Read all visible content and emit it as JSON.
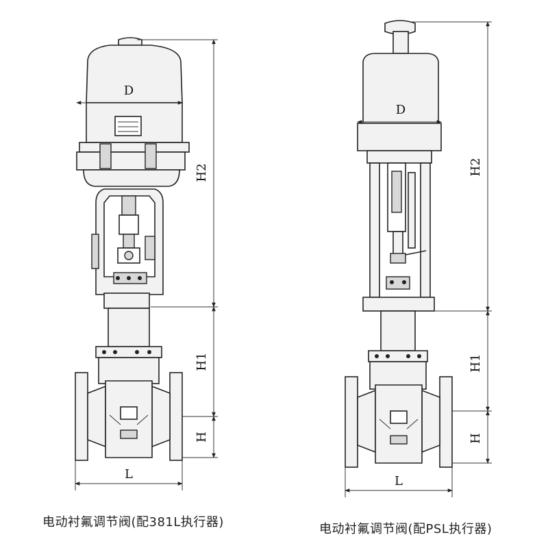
{
  "left_valve": {
    "dim_D": "D",
    "dim_H2": "H2",
    "dim_H1": "H1",
    "dim_H": "H",
    "dim_L": "L",
    "caption": "电动衬氟调节阀(配381L执行器)"
  },
  "right_valve": {
    "dim_D": "D",
    "dim_H2": "H2",
    "dim_H1": "H1",
    "dim_H": "H",
    "dim_L": "L",
    "caption": "电动衬氟调节阀(配PSL执行器)"
  },
  "colors": {
    "line": "#222222",
    "fill": "#f2f2f2",
    "background": "#ffffff"
  }
}
